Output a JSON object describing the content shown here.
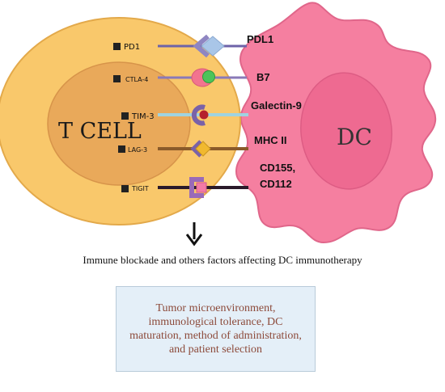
{
  "t_cell": {
    "label": "T CELL",
    "fill": "#f9c86b",
    "nucleus_fill": "#e9a95a"
  },
  "dendritic_cell": {
    "label": "DC",
    "fill": "#f57fa0",
    "nucleus_fill": "#ee6a91"
  },
  "pairs": [
    {
      "receptor": "PD1",
      "ligand": "PDL1"
    },
    {
      "receptor": "CTLA-4",
      "ligand": "B7"
    },
    {
      "receptor": "TIM-3",
      "ligand": "Galectin-9"
    },
    {
      "receptor": "LAG-3",
      "ligand": "MHC II"
    },
    {
      "receptor": "TIGIT",
      "ligand_line1": "CD155,",
      "ligand_line2": "CD112"
    }
  ],
  "caption": "Immune blockade and others factors affecting DC immunotherapy",
  "factors": "Tumor microenvironment, immunological tolerance, DC maturation, method of administration, and patient selection"
}
